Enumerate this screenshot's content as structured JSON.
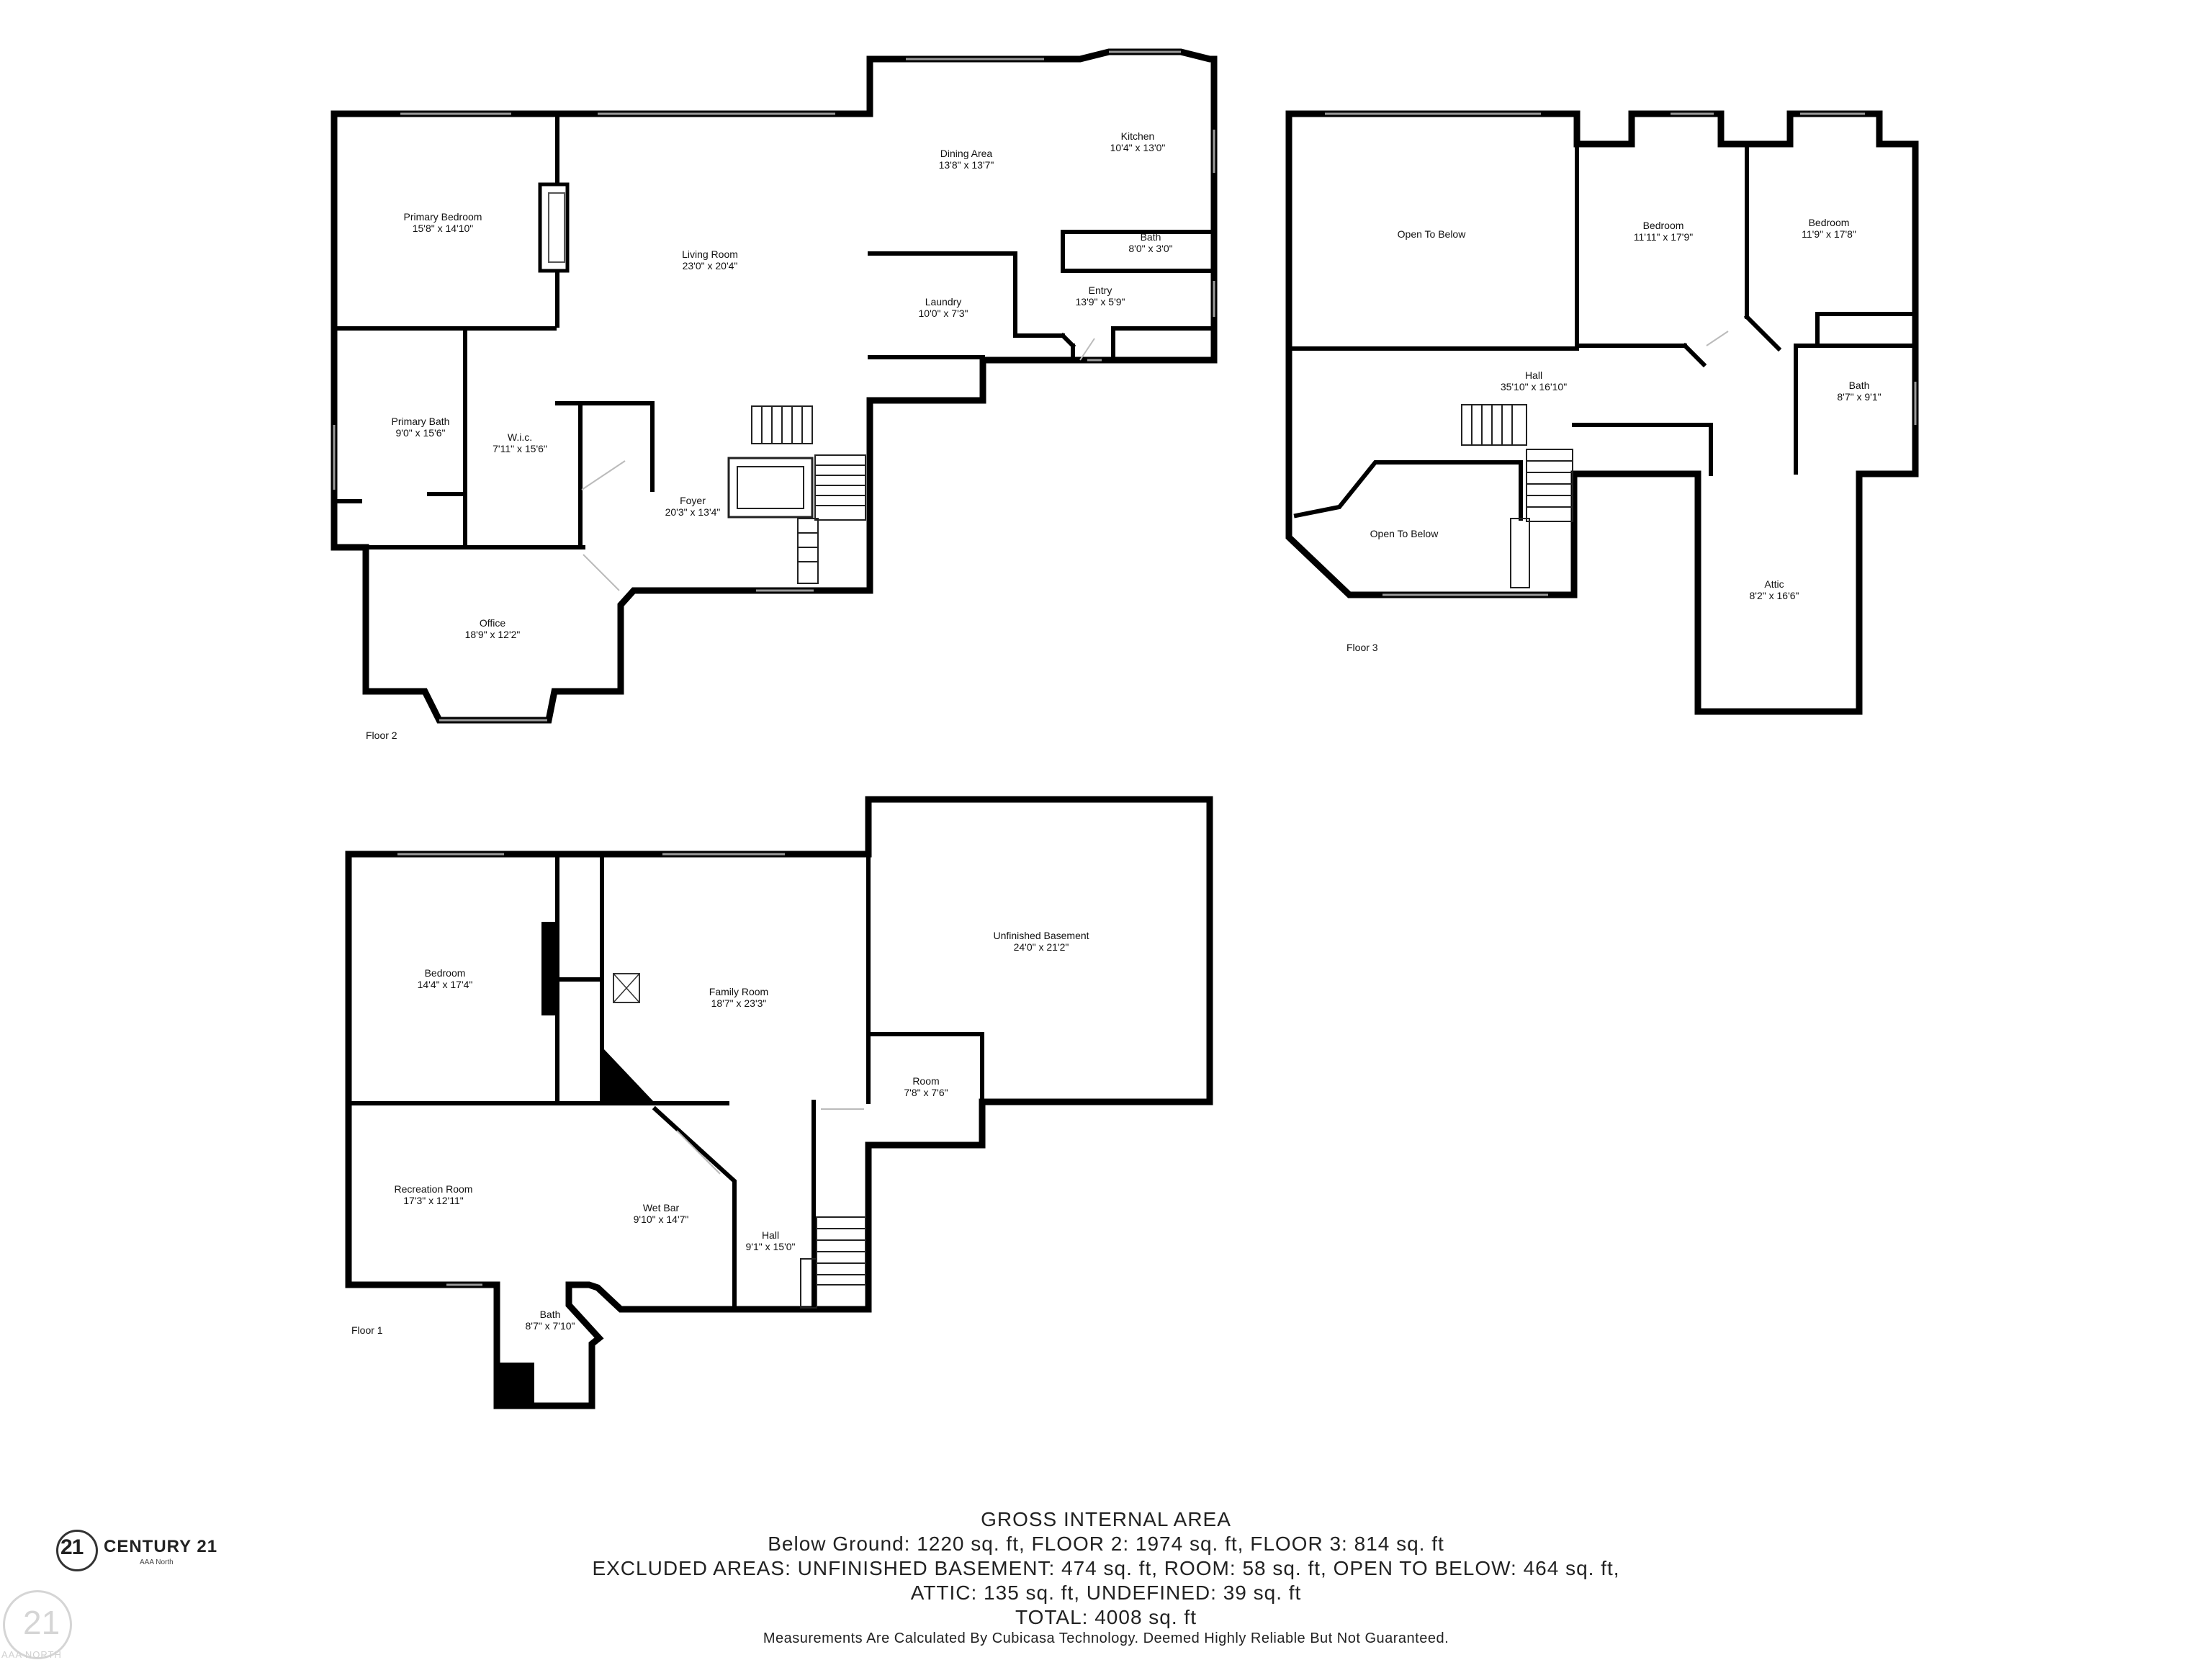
{
  "floors": {
    "floor2": {
      "label": "Floor 2",
      "rooms": {
        "primary_bedroom": {
          "name": "Primary Bedroom",
          "dim": "15'8\" x 14'10\""
        },
        "living_room": {
          "name": "Living Room",
          "dim": "23'0\" x 20'4\""
        },
        "dining_area": {
          "name": "Dining Area",
          "dim": "13'8\" x 13'7\""
        },
        "kitchen": {
          "name": "Kitchen",
          "dim": "10'4\" x 13'0\""
        },
        "bath": {
          "name": "Bath",
          "dim": "8'0\" x 3'0\""
        },
        "laundry": {
          "name": "Laundry",
          "dim": "10'0\" x 7'3\""
        },
        "entry": {
          "name": "Entry",
          "dim": "13'9\" x 5'9\""
        },
        "primary_bath": {
          "name": "Primary Bath",
          "dim": "9'0\" x 15'6\""
        },
        "wic": {
          "name": "W.i.c.",
          "dim": "7'11\" x 15'6\""
        },
        "foyer": {
          "name": "Foyer",
          "dim": "20'3\" x 13'4\""
        },
        "office": {
          "name": "Office",
          "dim": "18'9\" x 12'2\""
        }
      }
    },
    "floor3": {
      "label": "Floor 3",
      "rooms": {
        "open_to_below_top": {
          "name": "Open To Below"
        },
        "bedroom_a": {
          "name": "Bedroom",
          "dim": "11'11\" x 17'9\""
        },
        "bedroom_b": {
          "name": "Bedroom",
          "dim": "11'9\" x 17'8\""
        },
        "hall": {
          "name": "Hall",
          "dim": "35'10\" x 16'10\""
        },
        "bath": {
          "name": "Bath",
          "dim": "8'7\" x 9'1\""
        },
        "open_to_below_bottom": {
          "name": "Open To Below"
        },
        "attic": {
          "name": "Attic",
          "dim": "8'2\" x 16'6\""
        }
      }
    },
    "floor1": {
      "label": "Floor 1",
      "rooms": {
        "bedroom": {
          "name": "Bedroom",
          "dim": "14'4\" x 17'4\""
        },
        "family_room": {
          "name": "Family Room",
          "dim": "18'7\" x 23'3\""
        },
        "unfinished_basement": {
          "name": "Unfinished Basement",
          "dim": "24'0\" x 21'2\""
        },
        "room": {
          "name": "Room",
          "dim": "7'8\" x 7'6\""
        },
        "recreation_room": {
          "name": "Recreation Room",
          "dim": "17'3\" x 12'11\""
        },
        "wet_bar": {
          "name": "Wet Bar",
          "dim": "9'10\" x 14'7\""
        },
        "hall": {
          "name": "Hall",
          "dim": "9'1\" x 15'0\""
        },
        "bath": {
          "name": "Bath",
          "dim": "8'7\" x 7'10\""
        }
      }
    }
  },
  "footer": {
    "heading": "GROSS INTERNAL AREA",
    "line1": "Below Ground: 1220 sq. ft, FLOOR 2: 1974 sq. ft, FLOOR 3: 814 sq. ft",
    "line2": "EXCLUDED AREAS: UNFINISHED BASEMENT: 474 sq. ft, ROOM: 58 sq. ft, OPEN TO BELOW: 464 sq. ft,",
    "line3": "ATTIC: 135 sq. ft, UNDEFINED: 39 sq. ft",
    "line4": "TOTAL: 4008 sq. ft",
    "disclaimer": "Measurements Are Calculated By Cubicasa Technology. Deemed Highly Reliable But Not Guaranteed."
  },
  "logo": {
    "number": "21",
    "brand": "CENTURY 21",
    "sub": "AAA North"
  },
  "watermark": {
    "number": "21",
    "sub": "AAA NORTH"
  }
}
